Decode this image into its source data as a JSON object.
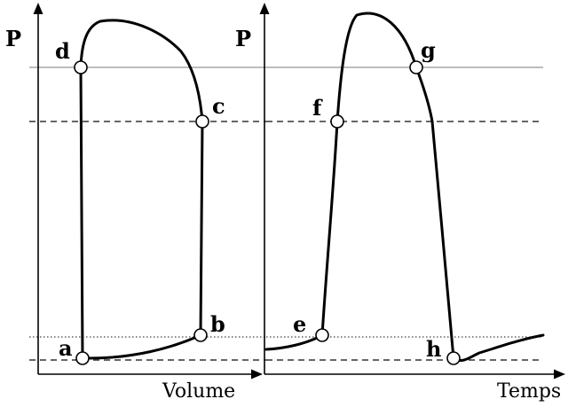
{
  "left_panel": {
    "y_axis_label": "P",
    "x_axis_label": "Volume",
    "points": [
      "a",
      "b",
      "c",
      "d"
    ]
  },
  "right_panel": {
    "y_axis_label": "P",
    "x_axis_label": "Temps",
    "points": [
      "e",
      "f",
      "g",
      "h"
    ]
  }
}
